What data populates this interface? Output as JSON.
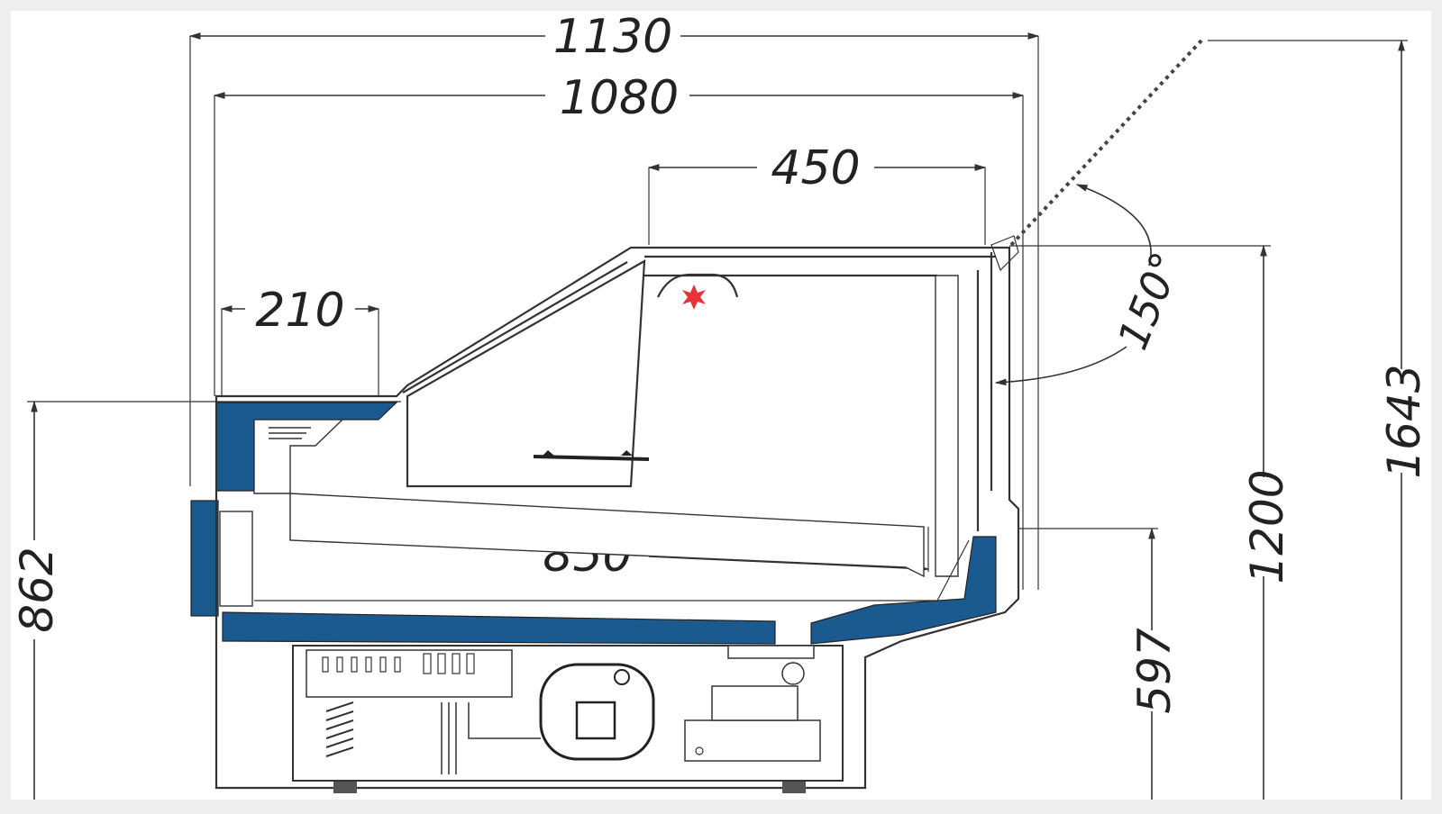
{
  "drawing": {
    "colors": {
      "background": "#ffffff",
      "insulation": "#1b5a8f",
      "line": "#333333",
      "lamp": "#e8333a"
    },
    "dimensions": {
      "overall_width": "1130",
      "inner_width": "1080",
      "top_glass": "450",
      "front_shelf": "210",
      "shelf_depth": "850",
      "front_height": "862",
      "counter_height": "597",
      "body_height": "1200",
      "open_height": "1643",
      "glass_angle": "150°"
    }
  }
}
